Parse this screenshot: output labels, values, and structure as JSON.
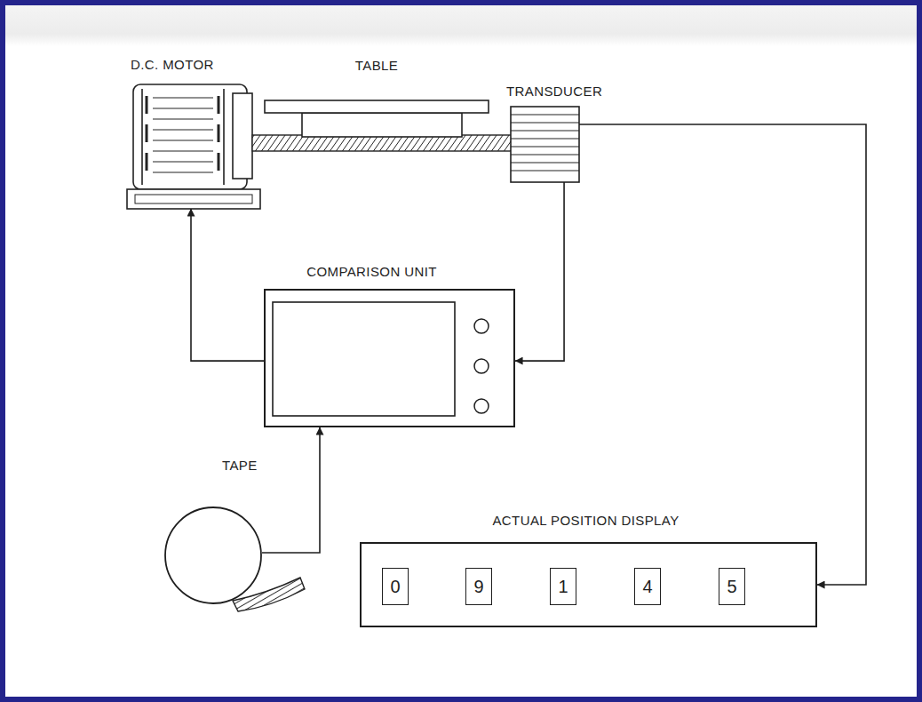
{
  "diagram": {
    "nodes": [
      {
        "text": [
          "D.C. MOTOR"
        ]
      },
      {
        "text": [
          "TABLE"
        ]
      },
      {
        "text": [
          "TRANSDUCER"
        ]
      },
      {
        "text": [
          "COMPARISON UNIT"
        ]
      },
      {
        "text": [
          "TAPE"
        ]
      },
      {
        "text": [
          "ACTUAL POSITION DISPLAY"
        ]
      },
      {
        "text": [
          "0"
        ],
        "in": 5
      },
      {
        "text": [
          "9"
        ],
        "in": 5
      },
      {
        "text": [
          "1"
        ],
        "in": 5
      },
      {
        "text": [
          "4"
        ],
        "in": 5
      },
      {
        "text": [
          "5"
        ],
        "in": 5
      }
    ],
    "edges": [
      {
        "from": 3,
        "to": 0,
        "arrow": "to"
      },
      {
        "from": 2,
        "to": 3,
        "arrow": "to"
      },
      {
        "from": 2,
        "to": 5,
        "arrow": "to"
      },
      {
        "from": 4,
        "to": 3,
        "arrow": "to"
      }
    ]
  }
}
